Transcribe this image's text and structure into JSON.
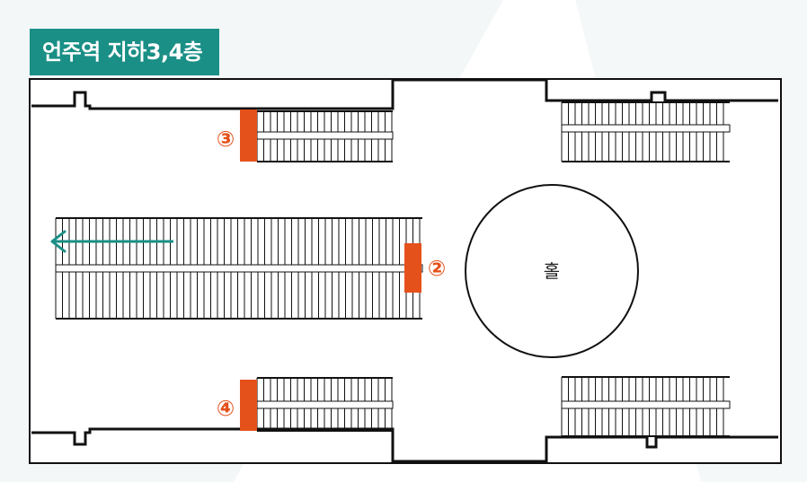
{
  "title": "언주역 지하3,4층",
  "hall_label": "홀",
  "exits": [
    {
      "number": "②",
      "id": "exit-2"
    },
    {
      "number": "③",
      "id": "exit-3"
    },
    {
      "number": "④",
      "id": "exit-4"
    }
  ],
  "colors": {
    "accent": "#1a8f86",
    "exit_marker": "#e5511b",
    "wall": "#111111",
    "background_shape": "#f1f6f6",
    "plan_fill": "#ffffff"
  },
  "icons": [
    "direction-arrow-icon"
  ]
}
